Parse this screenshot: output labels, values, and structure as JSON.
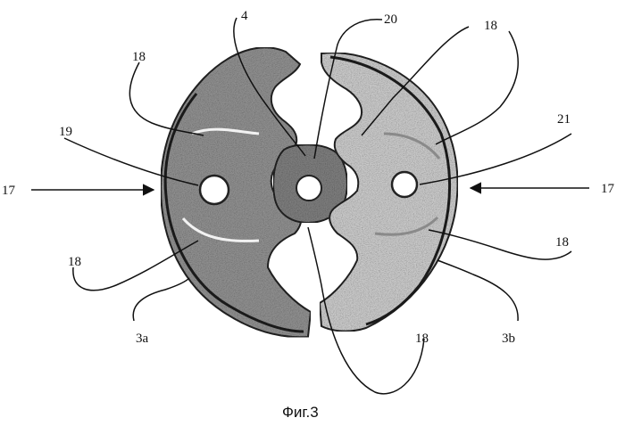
{
  "labels": {
    "l4": "4",
    "l20": "20",
    "l18_top_left": "18",
    "l18_top_right": "18",
    "l19": "19",
    "l21": "21",
    "l17_left": "17",
    "l17_right": "17",
    "l18_mid_left": "18",
    "l18_mid_right": "18",
    "l3a": "3a",
    "l3b": "3b",
    "l18_bottom": "18"
  },
  "caption": "Фиг.3",
  "colors": {
    "ink": "#111111",
    "part_fill_dark": "#8c8c8c",
    "part_fill_light": "#cfcfcf",
    "background": "#ffffff"
  }
}
